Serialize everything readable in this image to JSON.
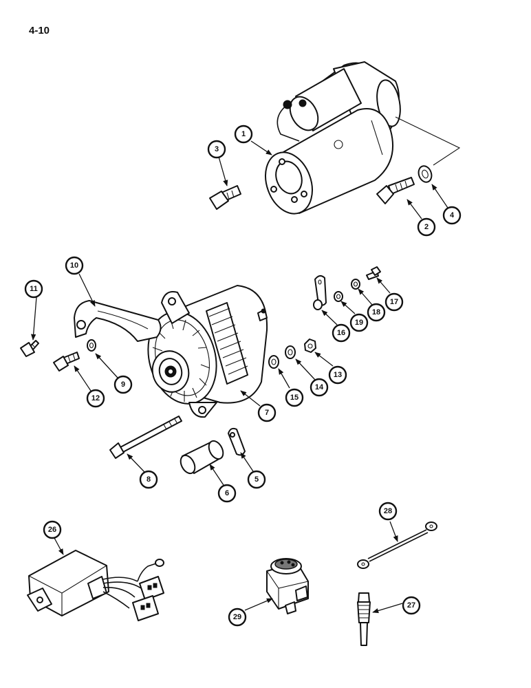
{
  "page_number": "4-10",
  "callouts": {
    "c1": "1",
    "c2": "2",
    "c3": "3",
    "c4": "4",
    "c5": "5",
    "c6": "6",
    "c7": "7",
    "c8": "8",
    "c9": "9",
    "c10": "10",
    "c11": "11",
    "c12": "12",
    "c13": "13",
    "c14": "14",
    "c15": "15",
    "c16": "16",
    "c17": "17",
    "c18": "18",
    "c19": "19",
    "c26": "26",
    "c27": "27",
    "c28": "28",
    "c29": "29"
  }
}
